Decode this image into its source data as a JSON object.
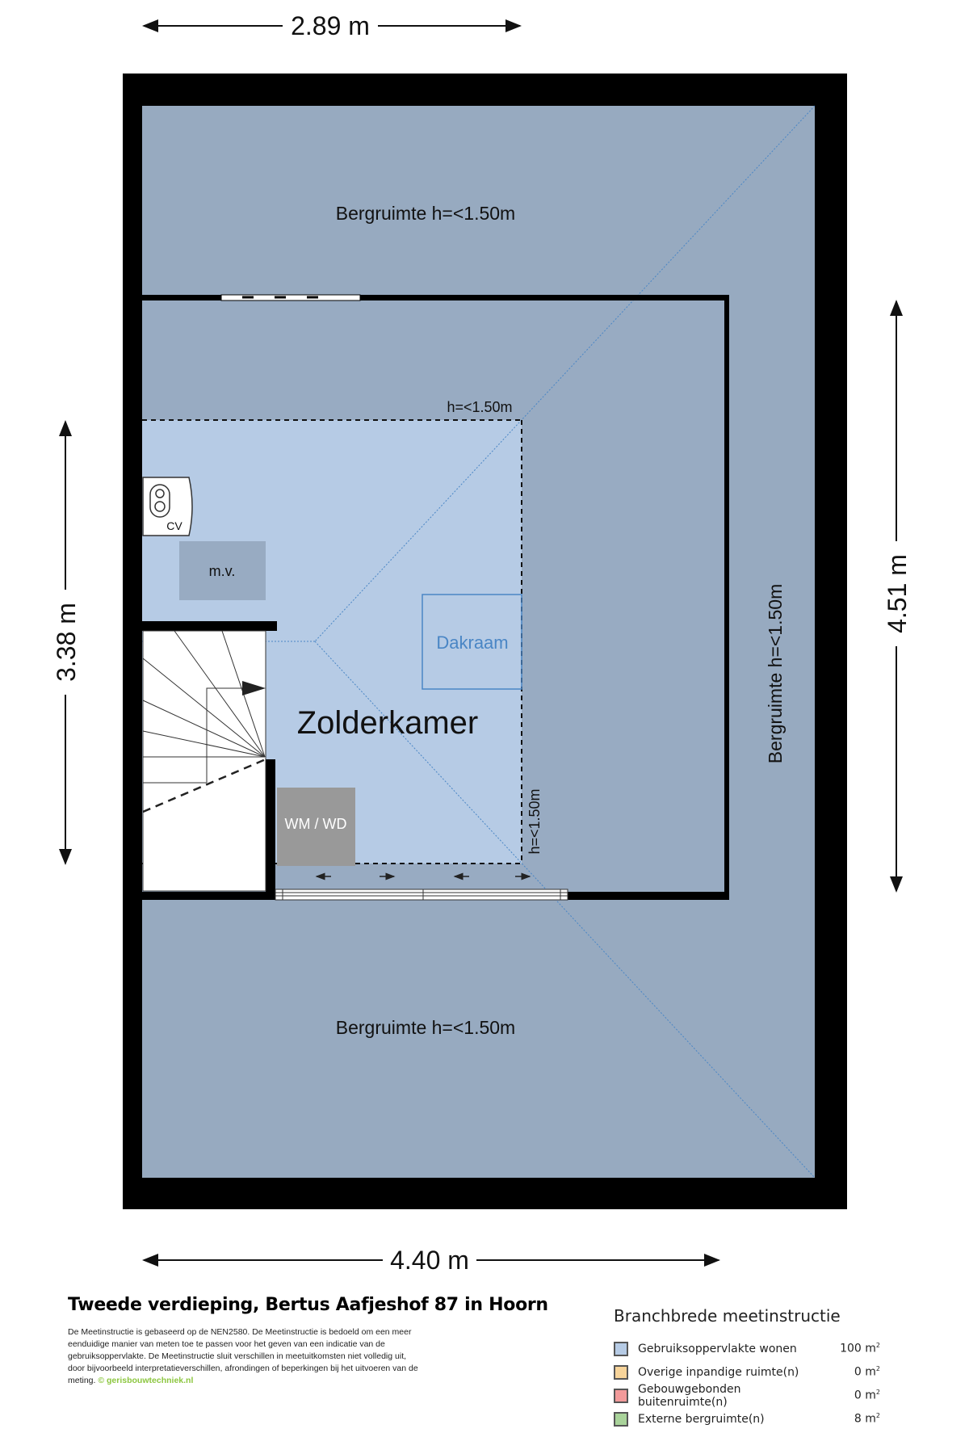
{
  "dimensions": {
    "top": "2.89 m",
    "left": "3.38 m",
    "right": "4.51 m",
    "bottom": "4.40 m"
  },
  "rooms": {
    "storage_top": "Bergruimte h=<1.50m",
    "storage_bottom": "Bergruimte h=<1.50m",
    "storage_right": "Bergruimte h=<1.50m",
    "main": "Zolderkamer",
    "height_top": "h=<1.50m",
    "height_side": "h=<1.50m",
    "skylight": "Dakraam",
    "cv": "CV",
    "mv": "m.v.",
    "wm_wd": "WM / WD"
  },
  "footer": {
    "title": "Tweede verdieping, Bertus Aafjeshof 87 in Hoorn",
    "disclaimer": "De Meetinstructie is gebaseerd op de NEN2580. De Meetinstructie is bedoeld om een meer eenduidige manier van meten toe te passen voor het geven van een indicatie van de gebruiksoppervlakte. De Meetinstructie sluit verschillen in meetuitkomsten niet volledig uit, door bijvoorbeeld interpretatieverschillen, afrondingen of beperkingen bij het uitvoeren van de meting.",
    "credit": "© gerisbouwtechniek.nl"
  },
  "legend": {
    "title": "Branchbrede meetinstructie",
    "unit": "m",
    "unit_exp": "2",
    "items": [
      {
        "label": "Gebruiksoppervlakte wonen",
        "value": "100",
        "color": "#b6cbe5"
      },
      {
        "label": "Overige inpandige ruimte(n)",
        "value": "0",
        "color": "#f7d49a"
      },
      {
        "label": "Gebouwgebonden buitenruimte(n)",
        "value": "0",
        "color": "#f29a9a"
      },
      {
        "label": "Externe bergruimte(n)",
        "value": "8",
        "color": "#a9d39a"
      }
    ]
  },
  "colors": {
    "storage": "#97aac0",
    "living": "#b6cbe5",
    "wall": "#000000",
    "skylight": "#4a86c5"
  }
}
